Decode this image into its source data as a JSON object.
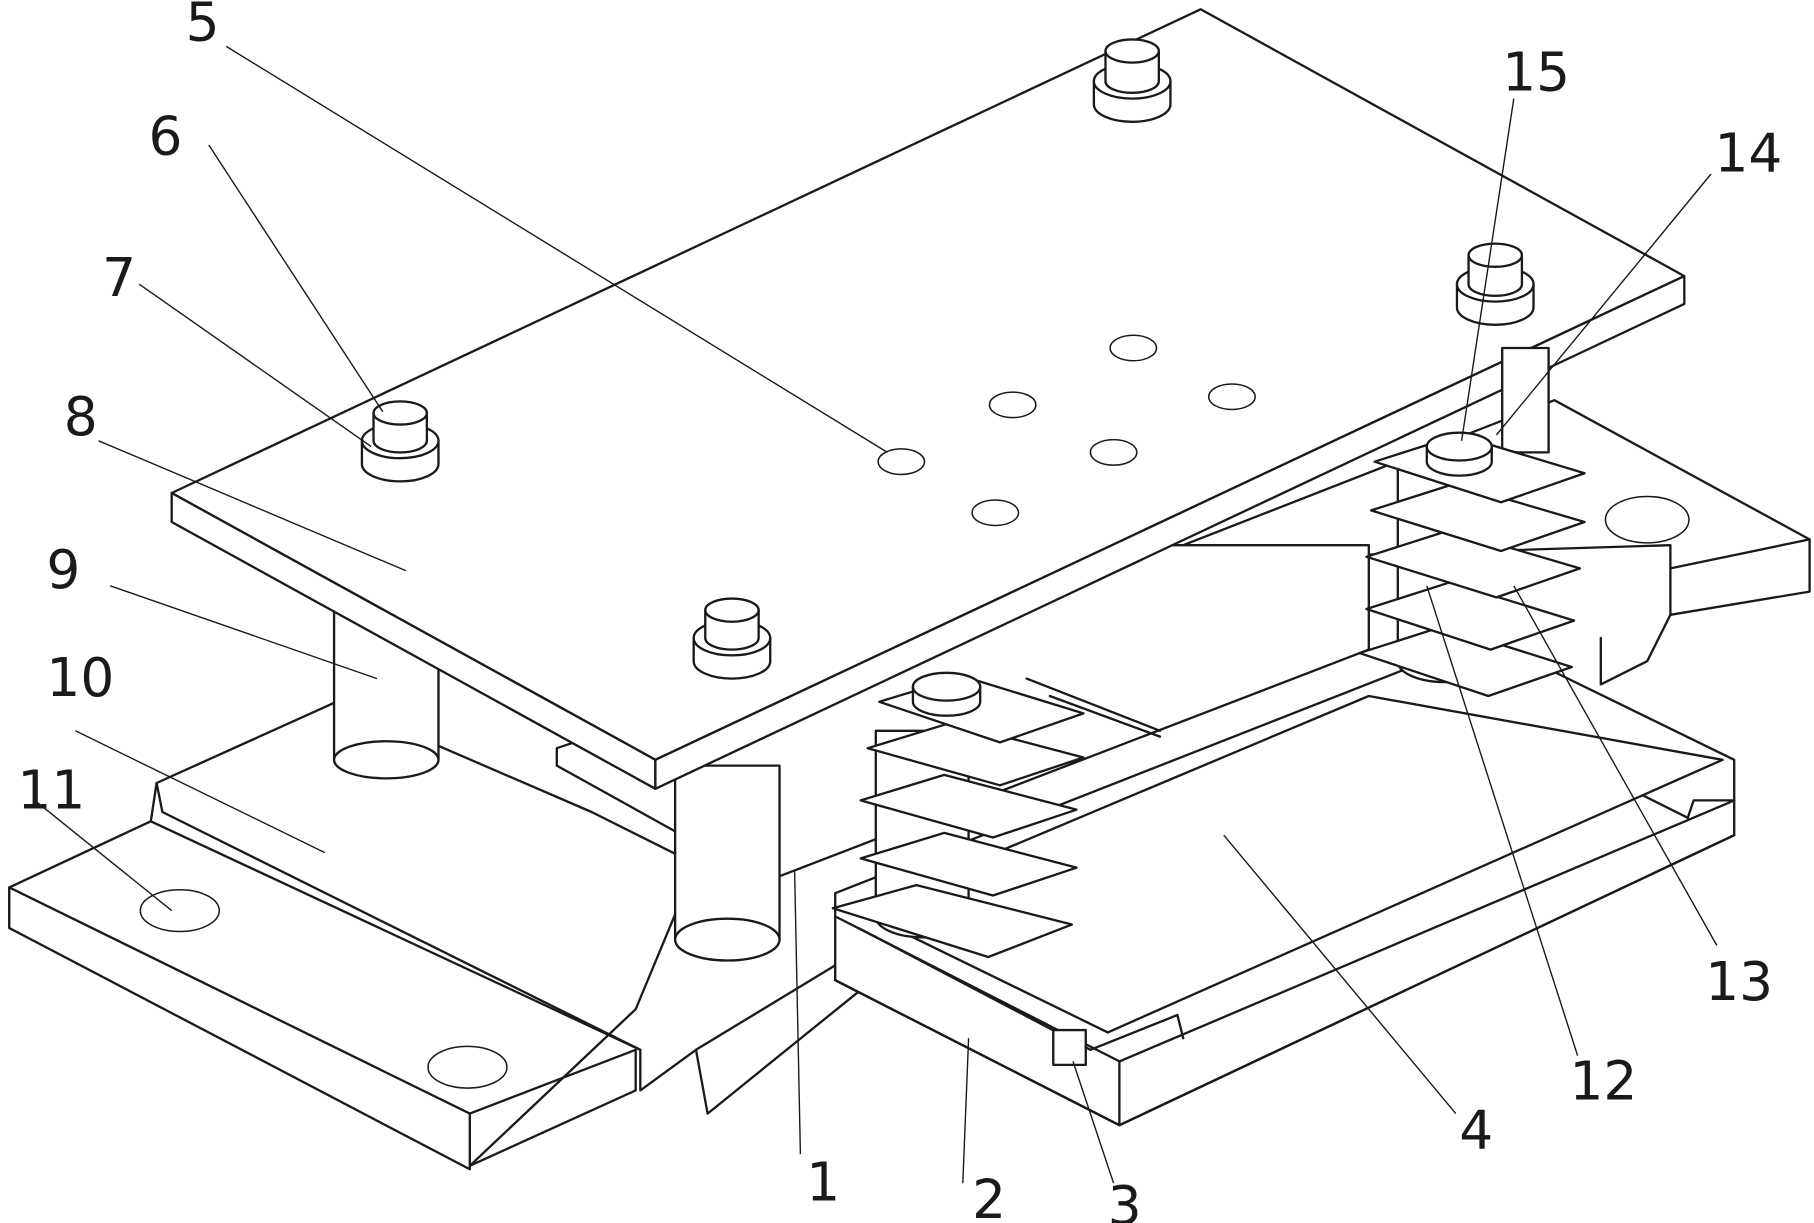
{
  "figure": {
    "callouts": [
      {
        "id": "c1",
        "text": "1"
      },
      {
        "id": "c2",
        "text": "2"
      },
      {
        "id": "c3",
        "text": "3"
      },
      {
        "id": "c4",
        "text": "4"
      },
      {
        "id": "c5",
        "text": "5"
      },
      {
        "id": "c6",
        "text": "6"
      },
      {
        "id": "c7",
        "text": "7"
      },
      {
        "id": "c8",
        "text": "8"
      },
      {
        "id": "c9",
        "text": "9"
      },
      {
        "id": "c10",
        "text": "10"
      },
      {
        "id": "c11",
        "text": "11"
      },
      {
        "id": "c12",
        "text": "12"
      },
      {
        "id": "c13",
        "text": "13"
      },
      {
        "id": "c14",
        "text": "14"
      },
      {
        "id": "c15",
        "text": "15"
      }
    ]
  }
}
